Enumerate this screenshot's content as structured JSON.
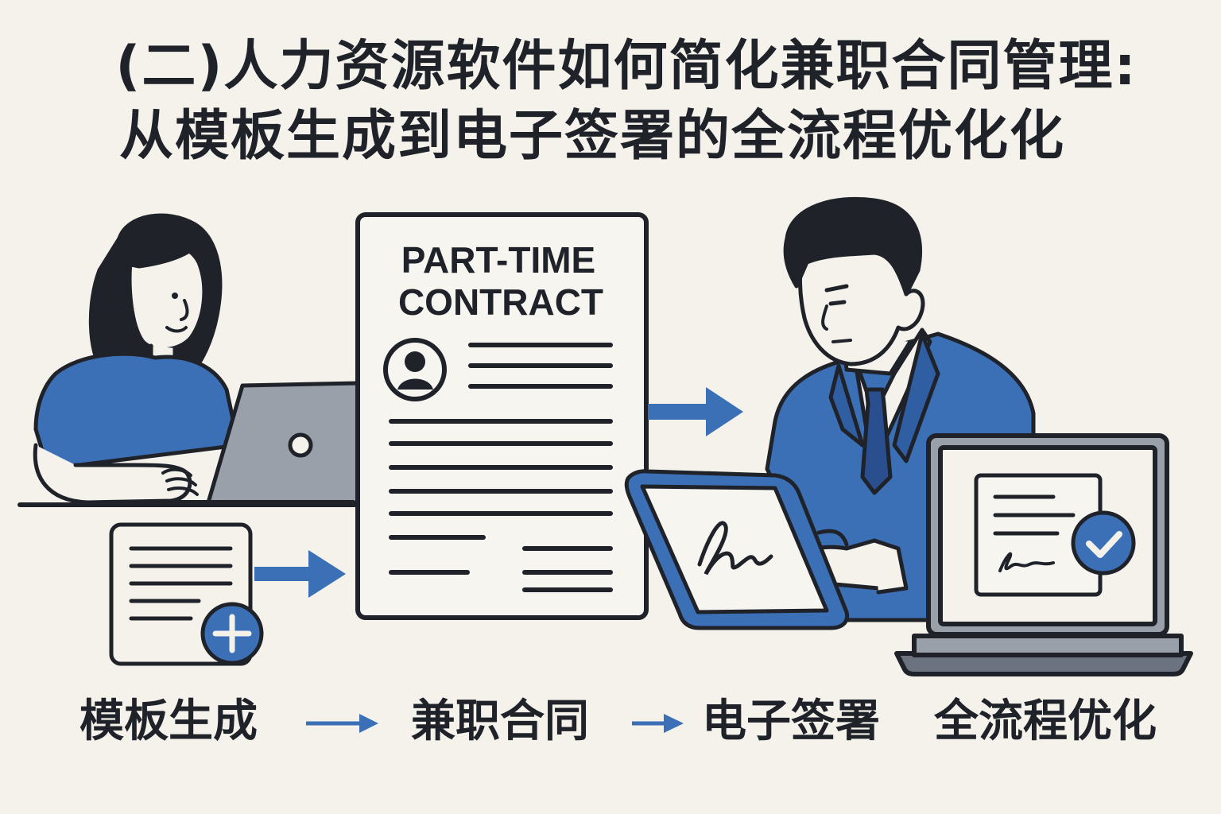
{
  "title": {
    "line1": "(二)人力资源软件如何简化兼职合同管理:",
    "line2": "从模板生成到电子签署的全流程优化化"
  },
  "contract": {
    "heading_line1": "PART-TIME",
    "heading_line2": "CONTRACT"
  },
  "steps": [
    {
      "label": "模板生成"
    },
    {
      "label": "兼职合同"
    },
    {
      "label": "电子签署"
    },
    {
      "label": "全流程优化"
    }
  ],
  "colors": {
    "background": "#f5f2ec",
    "accent_blue": "#3b6fb6",
    "ink": "#1f2329",
    "laptop_gray": "#9aa0aa"
  },
  "icons": [
    "plus-icon",
    "user-avatar-icon",
    "checkmark-icon",
    "arrow-right-icon",
    "signature-icon"
  ]
}
